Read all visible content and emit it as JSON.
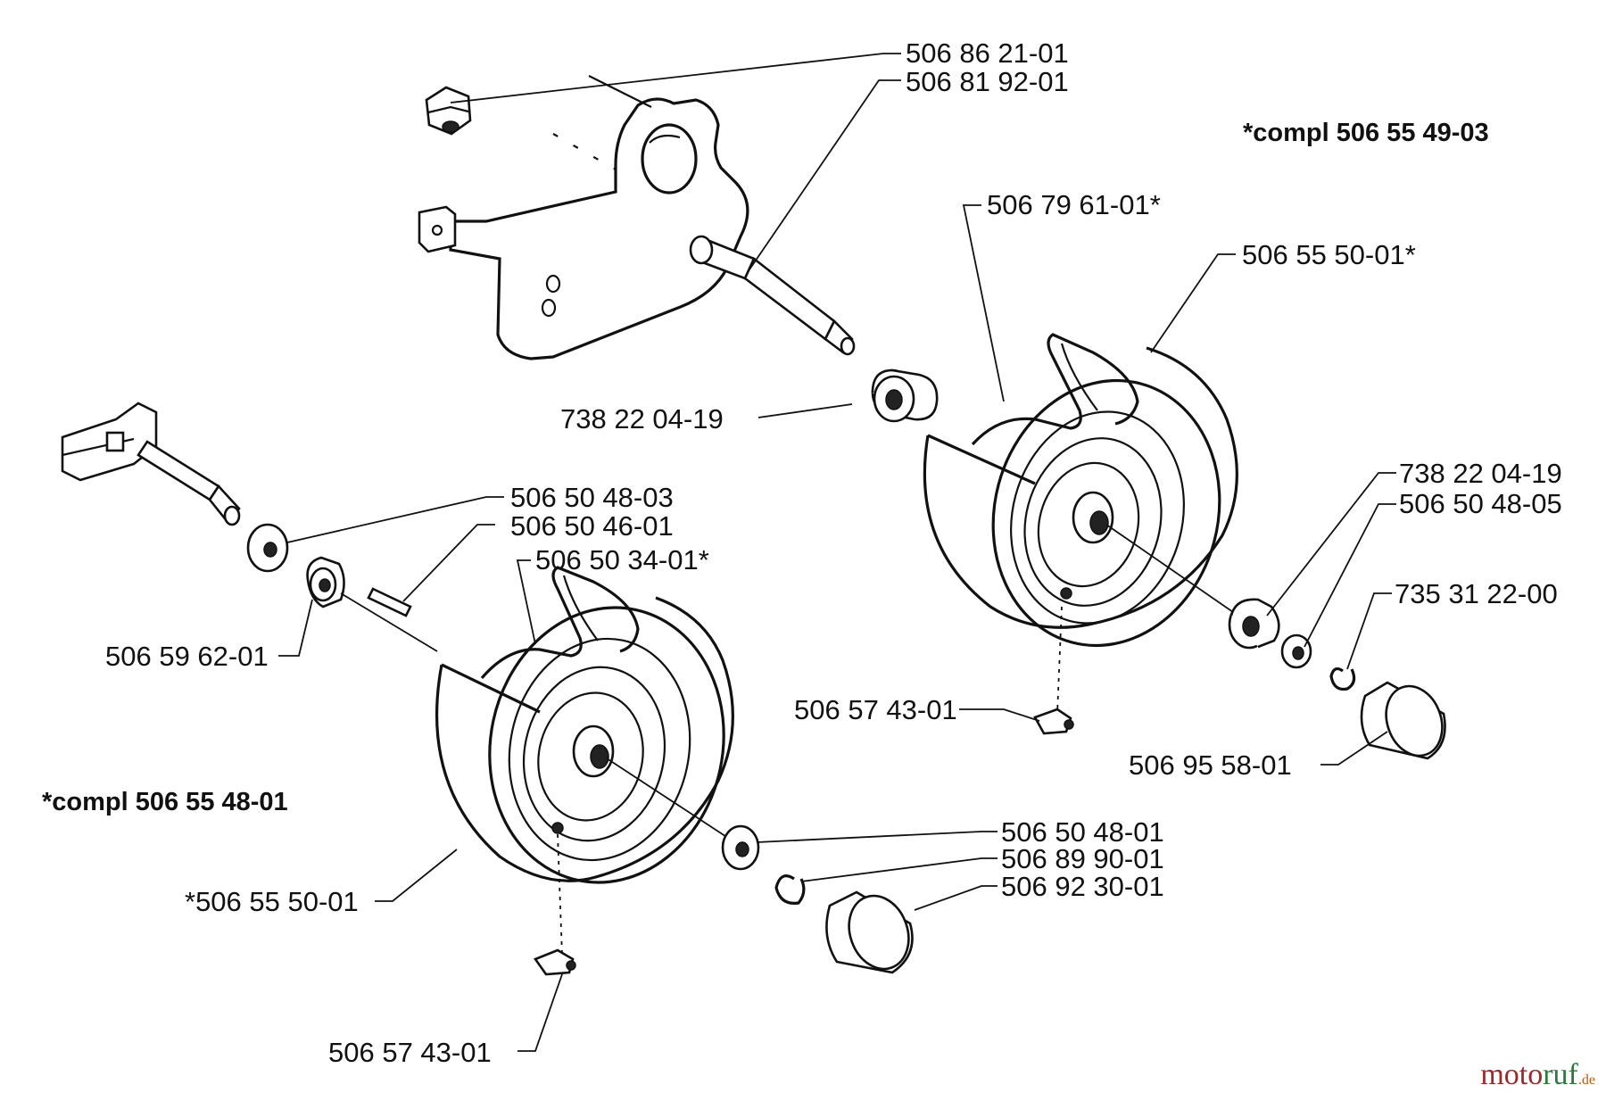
{
  "assemblies": {
    "right_compl": "*compl 506 55 49-03",
    "left_compl": "*compl 506 55 48-01"
  },
  "labels": {
    "p_506_86_21_01": "506 86 21-01",
    "p_506_81_92_01": "506 81 92-01",
    "p_506_79_61_01": "506 79 61-01*",
    "p_506_55_50_01_right": "506 55 50-01*",
    "p_738_22_04_19_left": "738 22 04-19",
    "p_738_22_04_19_right": "738 22 04-19",
    "p_506_50_48_05": "506 50 48-05",
    "p_735_31_22_00": "735 31 22-00",
    "p_506_57_43_01_right": "506 57 43-01",
    "p_506_95_58_01": "506 95 58-01",
    "p_506_50_48_03": "506 50 48-03",
    "p_506_50_46_01": "506 50 46-01",
    "p_506_50_34_01": "506 50 34-01*",
    "p_506_59_62_01": "506 59 62-01",
    "p_506_50_48_01": "506 50 48-01",
    "p_506_89_90_01": "506 89 90-01",
    "p_506_92_30_01": "506 92 30-01",
    "p_506_55_50_01_left": "*506 55 50-01",
    "p_506_57_43_01_left": "506 57 43-01"
  },
  "watermark": {
    "part1": "moto",
    "part2": "ruf",
    "part3": ".de"
  }
}
